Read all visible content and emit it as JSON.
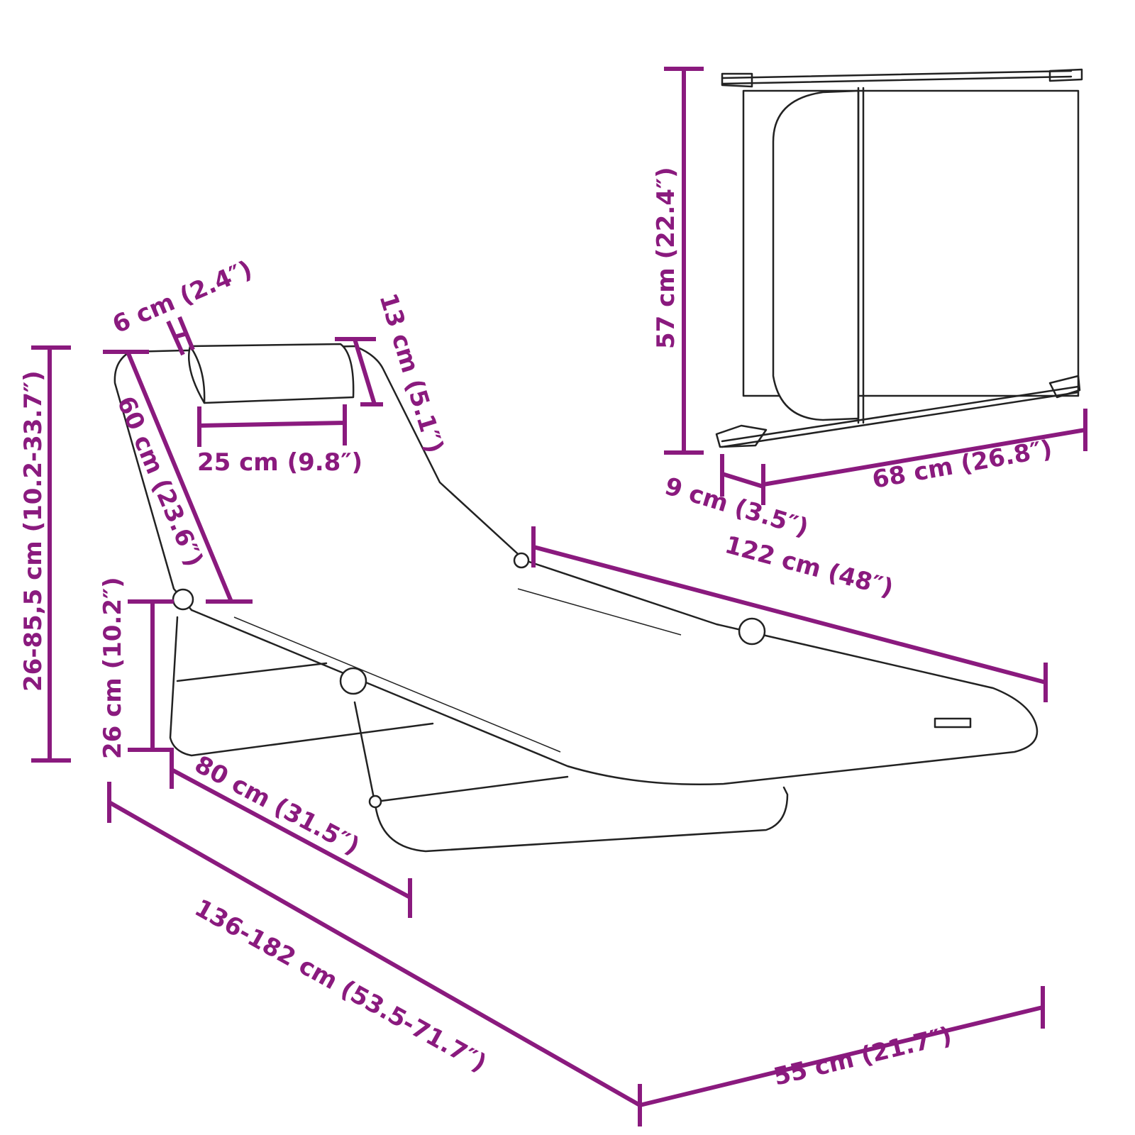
{
  "diagram": {
    "subject": "Folding sun lounger with headrest pillow",
    "accent_color": "#8a1a7e",
    "views": [
      "assembled-perspective",
      "folded-perspective"
    ]
  },
  "dimensions": {
    "pillow_thickness": "6 cm (2.4″)",
    "pillow_width": "25 cm (9.8″)",
    "pillow_height": "13 cm (5.1″)",
    "backrest_length": "60 cm (23.6″)",
    "total_height": "26-85,5 cm (10.2-33.7″)",
    "seat_height": "26 cm (10.2″)",
    "seat_length": "80 cm (31.5″)",
    "total_length": "136-182 cm (53.5-71.7″)",
    "width": "55 cm (21.7″)",
    "bed_length": "122 cm (48″)",
    "folded_height": "57 cm (22.4″)",
    "folded_thickness": "9 cm (3.5″)",
    "folded_width": "68 cm (26.8″)"
  }
}
